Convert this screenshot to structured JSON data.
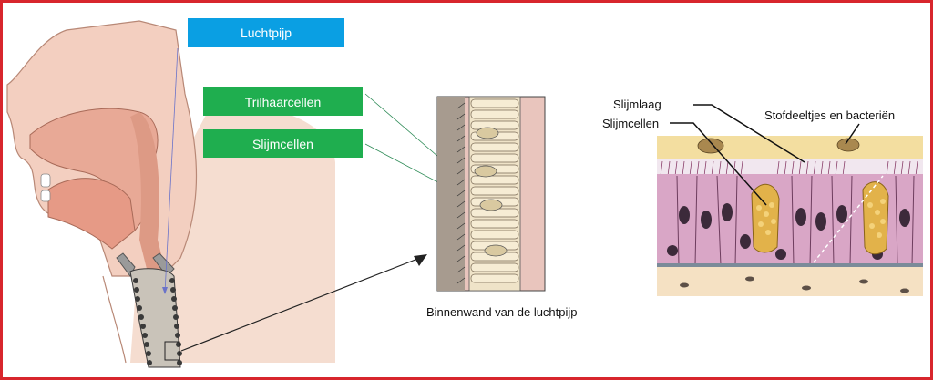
{
  "labels": {
    "trachea": "Luchtpijp",
    "cilia_cells": "Trilhaarcellen",
    "mucus_cells_box": "Slijmcellen",
    "inner_wall": "Binnenwand van de luchtpijp",
    "mucus_layer": "Slijmlaag",
    "particles": "Stofdeeltjes en bacteriën",
    "mucus_cells": "Slijmcellen"
  },
  "colors": {
    "frame_border": "#d8262d",
    "callout_blue": "#0a9fe3",
    "callout_green": "#1fae4f"
  }
}
